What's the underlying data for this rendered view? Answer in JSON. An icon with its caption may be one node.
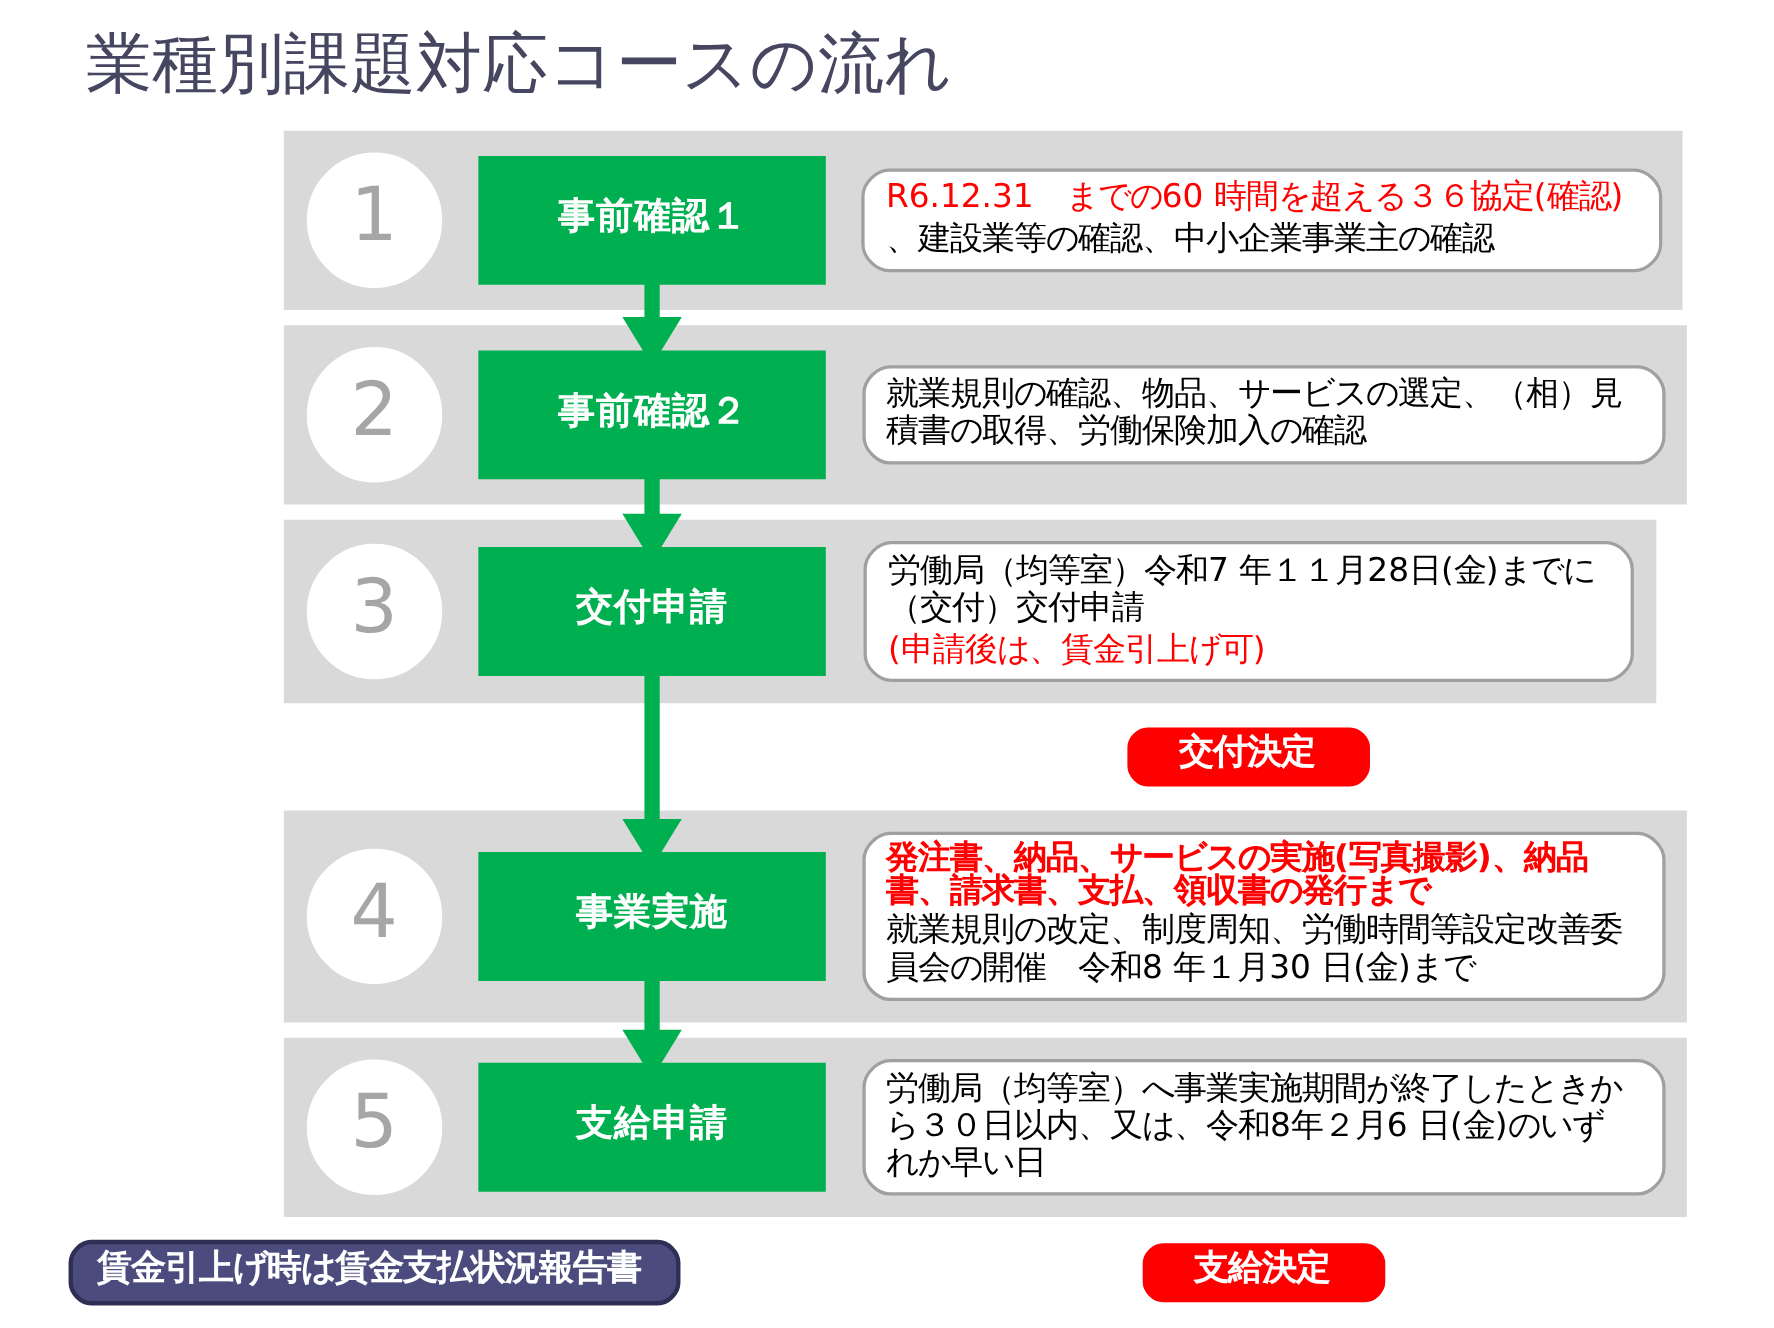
{
  "diagram": {
    "title": "業種別課題対応コースの流れ",
    "nodes": [
      {
        "text": [],
        "shape": "band"
      },
      {
        "text": [
          "1"
        ],
        "in": 0
      },
      {
        "text": [
          "事前確認１"
        ],
        "in": 0
      },
      {
        "text": [
          "R6.12.31　までの60 時間を超える３６協定(確認)",
          "、建設業等の確認、中小企業事業主の確認"
        ],
        "in": 0
      },
      {
        "text": [],
        "shape": "band"
      },
      {
        "text": [
          "2"
        ],
        "in": 4
      },
      {
        "text": [
          "事前確認２"
        ],
        "in": 4
      },
      {
        "text": [
          "就業規則の確認、物品、サービスの選定、（相）見積書の取得、労働保険加入の確認"
        ],
        "in": 4
      },
      {
        "text": [],
        "shape": "band"
      },
      {
        "text": [
          "3"
        ],
        "in": 8
      },
      {
        "text": [
          "交付申請"
        ],
        "in": 8
      },
      {
        "text": [
          "労働局（均等室）令和7 年１１月28日(金)までに（交付）交付申請",
          "(申請後は、賃金引上げ可)"
        ],
        "in": 8
      },
      {
        "text": [
          "交付決定"
        ]
      },
      {
        "text": [],
        "shape": "band"
      },
      {
        "text": [
          "4"
        ],
        "in": 13
      },
      {
        "text": [
          "事業実施"
        ],
        "in": 13
      },
      {
        "text": [
          "発注書、納品、サービスの実施(写真撮影)、納品書、請求書、支払、領収書の発行まで",
          "就業規則の改定、制度周知、労働時間等設定改善委員会の開催　令和8 年１月30 日(金)まで"
        ],
        "in": 13
      },
      {
        "text": [],
        "shape": "band"
      },
      {
        "text": [
          "5"
        ],
        "in": 17
      },
      {
        "text": [
          "支給申請"
        ],
        "in": 17
      },
      {
        "text": [
          "労働局（均等室）へ事業実施期間が終了したときから３０日以内、又は、令和8年２月6 日(金)のいずれか早い日"
        ],
        "in": 17
      },
      {
        "text": [
          "支給決定"
        ]
      },
      {
        "text": [
          "賃金引上げ時は賃金支払状況報告書"
        ]
      }
    ],
    "edges": [
      {
        "from": 2,
        "to": 6,
        "arrow": "to"
      },
      {
        "from": 6,
        "to": 10,
        "arrow": "to"
      },
      {
        "from": 10,
        "to": 15,
        "arrow": "to"
      },
      {
        "from": 15,
        "to": 19,
        "arrow": "to"
      }
    ]
  }
}
